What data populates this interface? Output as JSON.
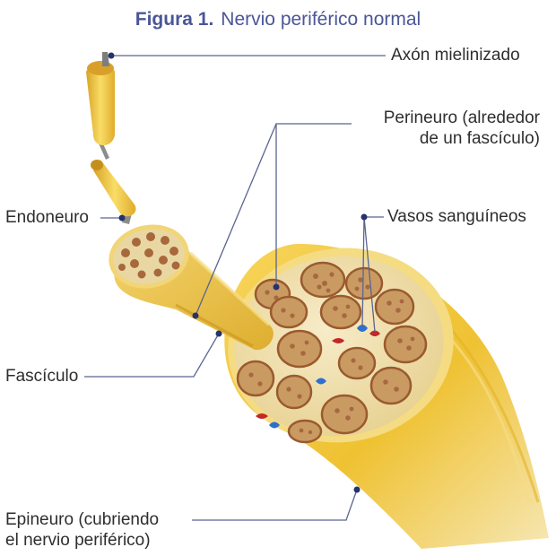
{
  "title": {
    "figure_number": "Figura 1.",
    "text": "Nervio periférico normal"
  },
  "labels": {
    "axon": "Axón mielinizado",
    "perineurium_line1": "Perineuro (alrededor",
    "perineurium_line2": "de un fascículo)",
    "blood_vessels": "Vasos sanguíneos",
    "endoneurium": "Endoneuro",
    "fascicle": "Fascículo",
    "epineurium_line1": "Epineuro (cubriendo",
    "epineurium_line2": "el nervio periférico)"
  },
  "colors": {
    "title": "#4a5696",
    "label_text": "#2e2e2e",
    "leader_line": "#5a6490",
    "nerve_yellow": "#f0c63a",
    "epineurium_face": "#f2e6bf",
    "fascicle_brown": "#a8683c",
    "fascicle_fill": "#c89a62",
    "vein_blue": "#2f6fd0",
    "artery_red": "#c0282a"
  }
}
